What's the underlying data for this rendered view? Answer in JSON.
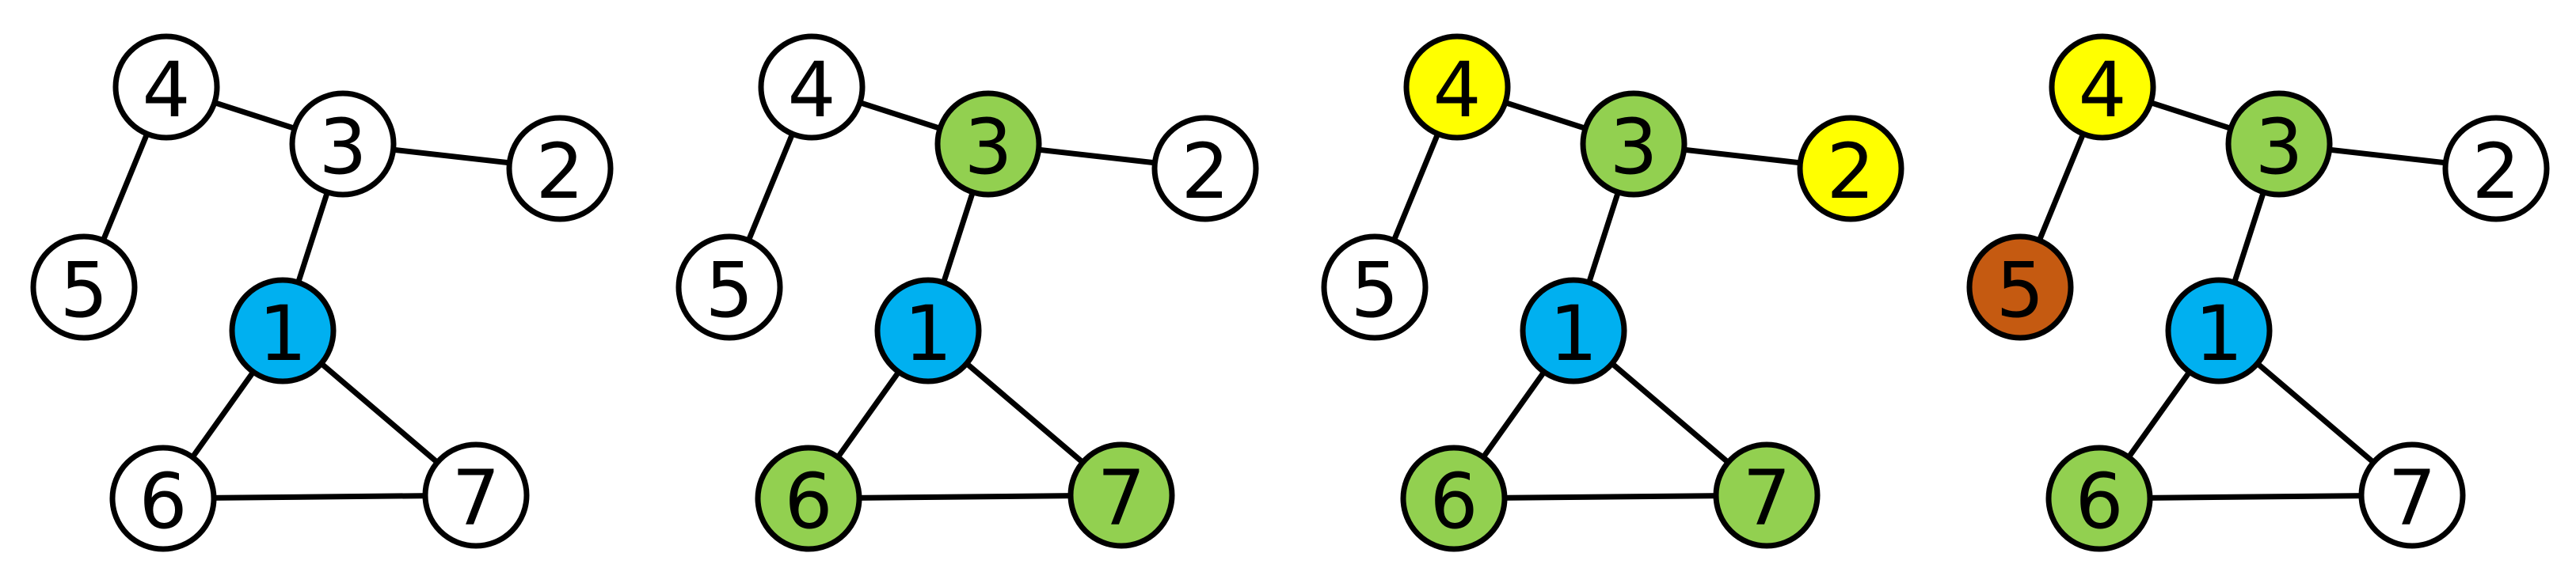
{
  "colors": {
    "white": "#ffffff",
    "blue": "#00b0f0",
    "green": "#92d050",
    "yellow": "#ffff00",
    "orange": "#c55a11",
    "stroke": "#000000"
  },
  "graph": {
    "nodes": [
      "1",
      "2",
      "3",
      "4",
      "5",
      "6",
      "7"
    ],
    "edges": [
      [
        "4",
        "3"
      ],
      [
        "4",
        "5"
      ],
      [
        "3",
        "2"
      ],
      [
        "3",
        "1"
      ],
      [
        "1",
        "6"
      ],
      [
        "1",
        "7"
      ],
      [
        "6",
        "7"
      ]
    ]
  },
  "panels": [
    {
      "node_colors": {
        "1": "blue",
        "2": "white",
        "3": "white",
        "4": "white",
        "5": "white",
        "6": "white",
        "7": "white"
      }
    },
    {
      "node_colors": {
        "1": "blue",
        "2": "white",
        "3": "green",
        "4": "white",
        "5": "white",
        "6": "green",
        "7": "green"
      }
    },
    {
      "node_colors": {
        "1": "blue",
        "2": "yellow",
        "3": "green",
        "4": "yellow",
        "5": "white",
        "6": "green",
        "7": "green"
      }
    },
    {
      "node_colors": {
        "1": "blue",
        "2": "white",
        "3": "green",
        "4": "yellow",
        "5": "orange",
        "6": "green",
        "7": "white"
      }
    }
  ]
}
